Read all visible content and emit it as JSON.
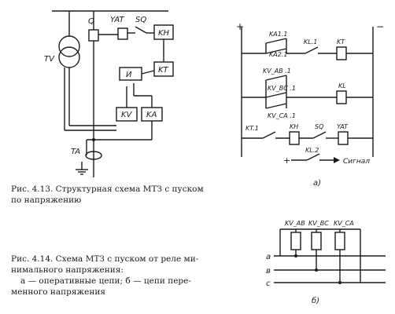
{
  "fig413": {
    "labels": {
      "TV": "TV",
      "Q": "Q",
      "YAT": "YAT",
      "SQ": "SQ",
      "KH": "KH",
      "KT": "KT",
      "I": "И",
      "KV": "KV",
      "KA": "KA",
      "TA": "TA"
    },
    "caption": {
      "line1": "Рис. 4.13. Структурная схема МТЗ с пуском",
      "line2": "по напряжению"
    }
  },
  "fig414a": {
    "plus": "+",
    "minus": "−",
    "labels": {
      "KA1_1": "KA1.1",
      "KA2_1": "KA2.1",
      "KL1_contact": "KL.1",
      "KT_coil": "KT",
      "KVAB_1": "KV_AB .1",
      "KVBC_1": "KV_BC .1",
      "KVCA_1": "KV_CA .1",
      "KL_coil": "KL",
      "KT1": "KT.1",
      "KH": "KH",
      "SQ": "SQ",
      "YAT": "YAT",
      "KL2": "KL.2",
      "signal": "Сигнал"
    },
    "sublabel": "а)"
  },
  "fig414b": {
    "coils": [
      "KV_AB",
      "KV_BC",
      "KV_CA"
    ],
    "phases": [
      "а",
      "в",
      "с"
    ],
    "sublabel": "б)"
  },
  "caption2": {
    "line1": "Рис. 4.14. Схема МТЗ с пуском от реле ми-",
    "line2": "нимального напряжения:",
    "line3": "а — оперативные цепи; б — цепи пере-",
    "line4": "менного напряжения"
  }
}
